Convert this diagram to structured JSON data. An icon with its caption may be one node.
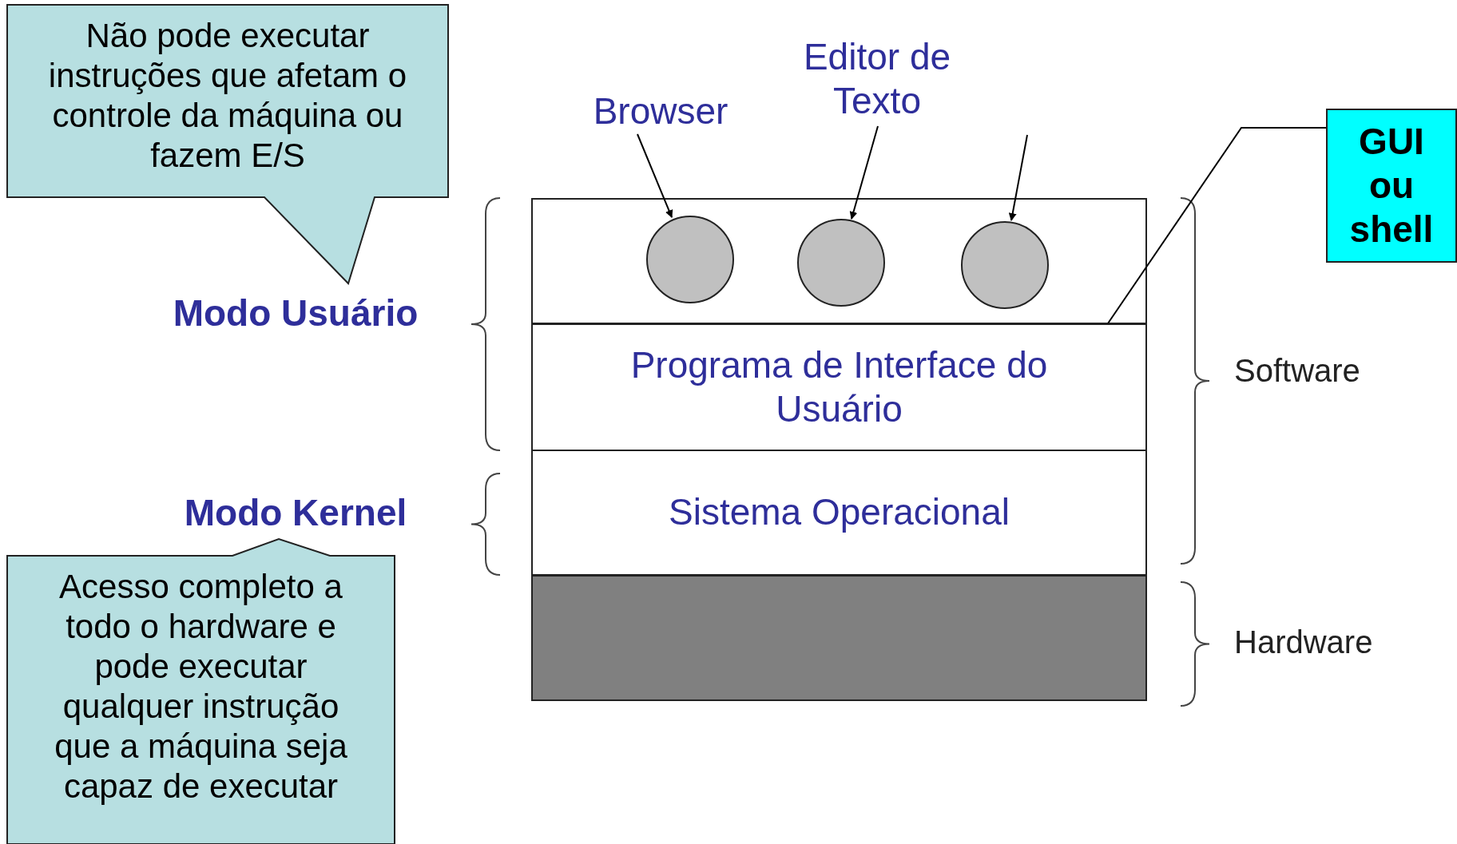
{
  "diagram": {
    "nodes": [
      {
        "text": [
          "Não pode executar instruções que afetam o controle da máquina ou fazem E/S"
        ]
      },
      {
        "text": [
          "Browser"
        ]
      },
      {
        "text": [
          "Editor de Texto"
        ]
      },
      {
        "text": [
          "GUI ou shell"
        ]
      },
      {
        "text": [],
        "shape": "box"
      },
      {
        "text": [],
        "shape": "circle",
        "in": 4
      },
      {
        "text": [],
        "shape": "circle",
        "in": 4
      },
      {
        "text": [],
        "shape": "circle",
        "in": 4
      },
      {
        "text": [
          "Programa de Interface do Usuário"
        ]
      },
      {
        "text": [
          "Sistema Operacional"
        ]
      },
      {
        "text": [],
        "shape": "box"
      },
      {
        "text": [
          "Acesso completo a todo o hardware e pode executar qualquer instrução que a máquina seja capaz de executar"
        ]
      }
    ],
    "edges": [
      {
        "from": 1,
        "to": 5,
        "arrow": "to"
      },
      {
        "from": 2,
        "to": 6,
        "arrow": "to"
      },
      {
        "from": null,
        "to": 7,
        "arrow": "to"
      },
      {
        "from": 3,
        "to": 8,
        "arrow": "none"
      }
    ],
    "labels": [
      "Modo Usuário",
      "Modo Kernel",
      "Software",
      "Hardware"
    ]
  }
}
